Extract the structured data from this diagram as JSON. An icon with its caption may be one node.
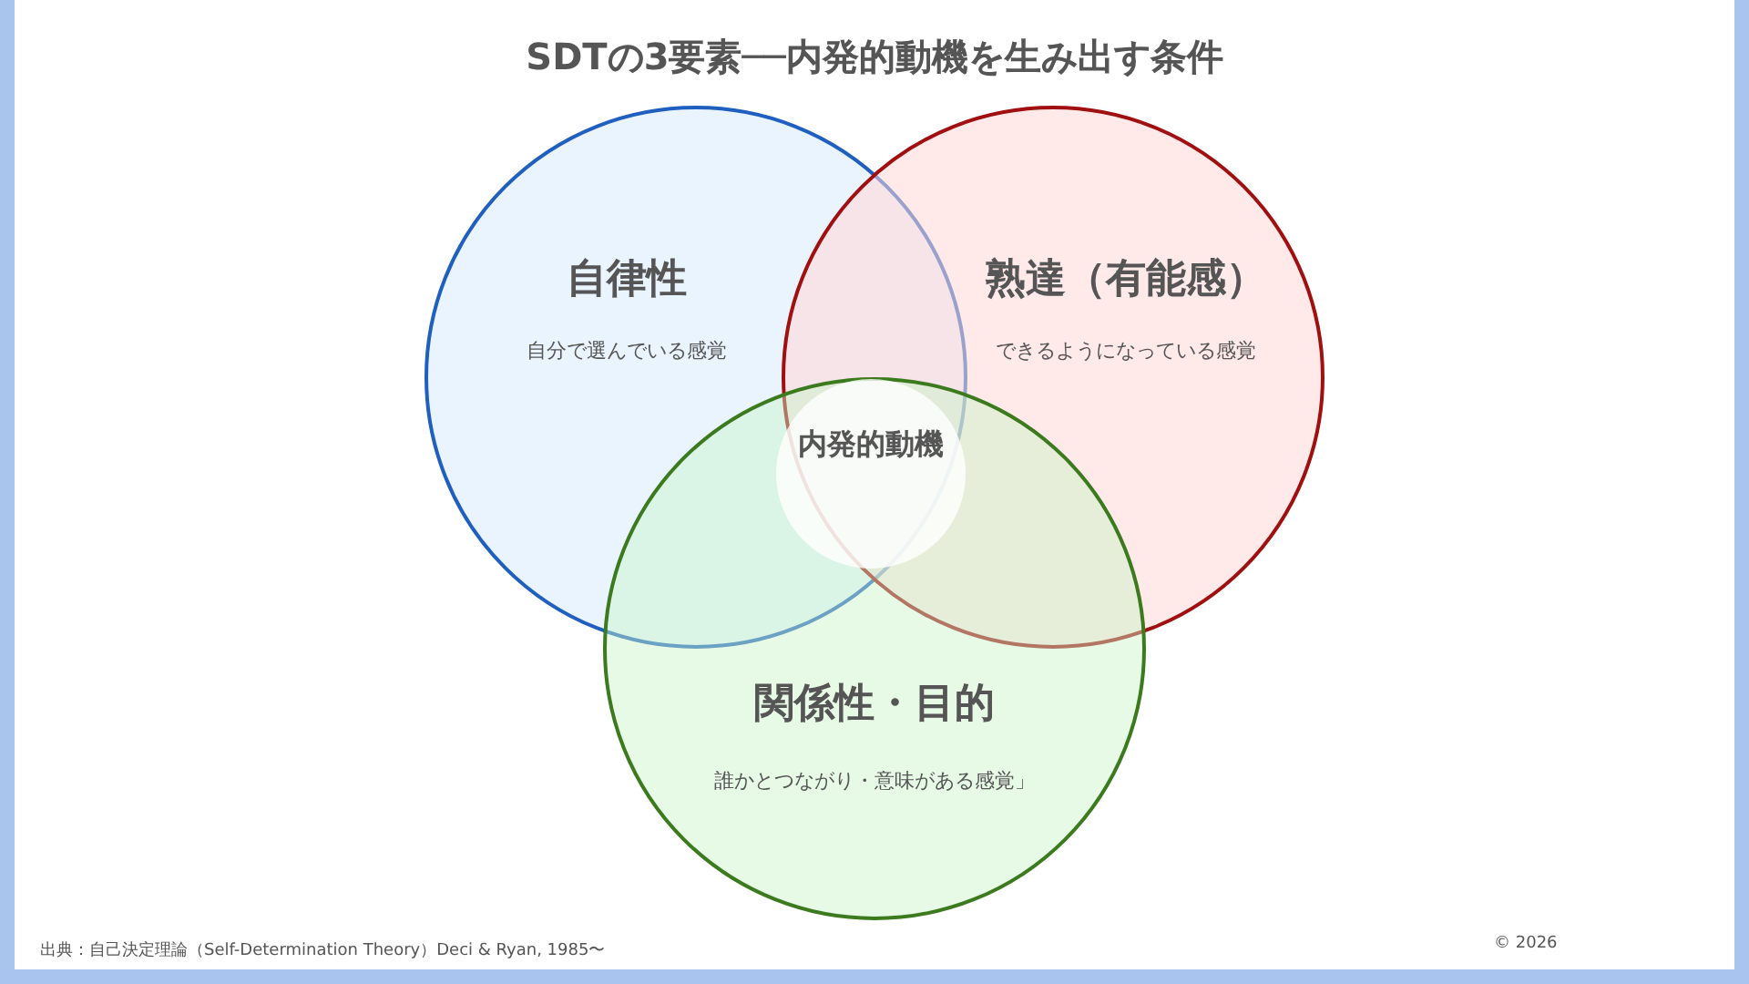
{
  "diagram": {
    "title": "SDTの3要素──内発的動機を生み出す条件",
    "nodes": [
      {
        "text": [
          "自律性",
          "自分で選んでいる感覚"
        ]
      },
      {
        "text": [
          "熟達（有能感）",
          "できるようになっている感覚"
        ]
      },
      {
        "text": [
          "関係性・目的",
          "誰かとつながり・意味がある感覚」"
        ]
      },
      {
        "text": [
          "内発的動機"
        ]
      }
    ],
    "labels": [
      "出典：自己決定理論（Self-Determination Theory）Deci & Ryan, 1985〜",
      "© 2026"
    ]
  }
}
